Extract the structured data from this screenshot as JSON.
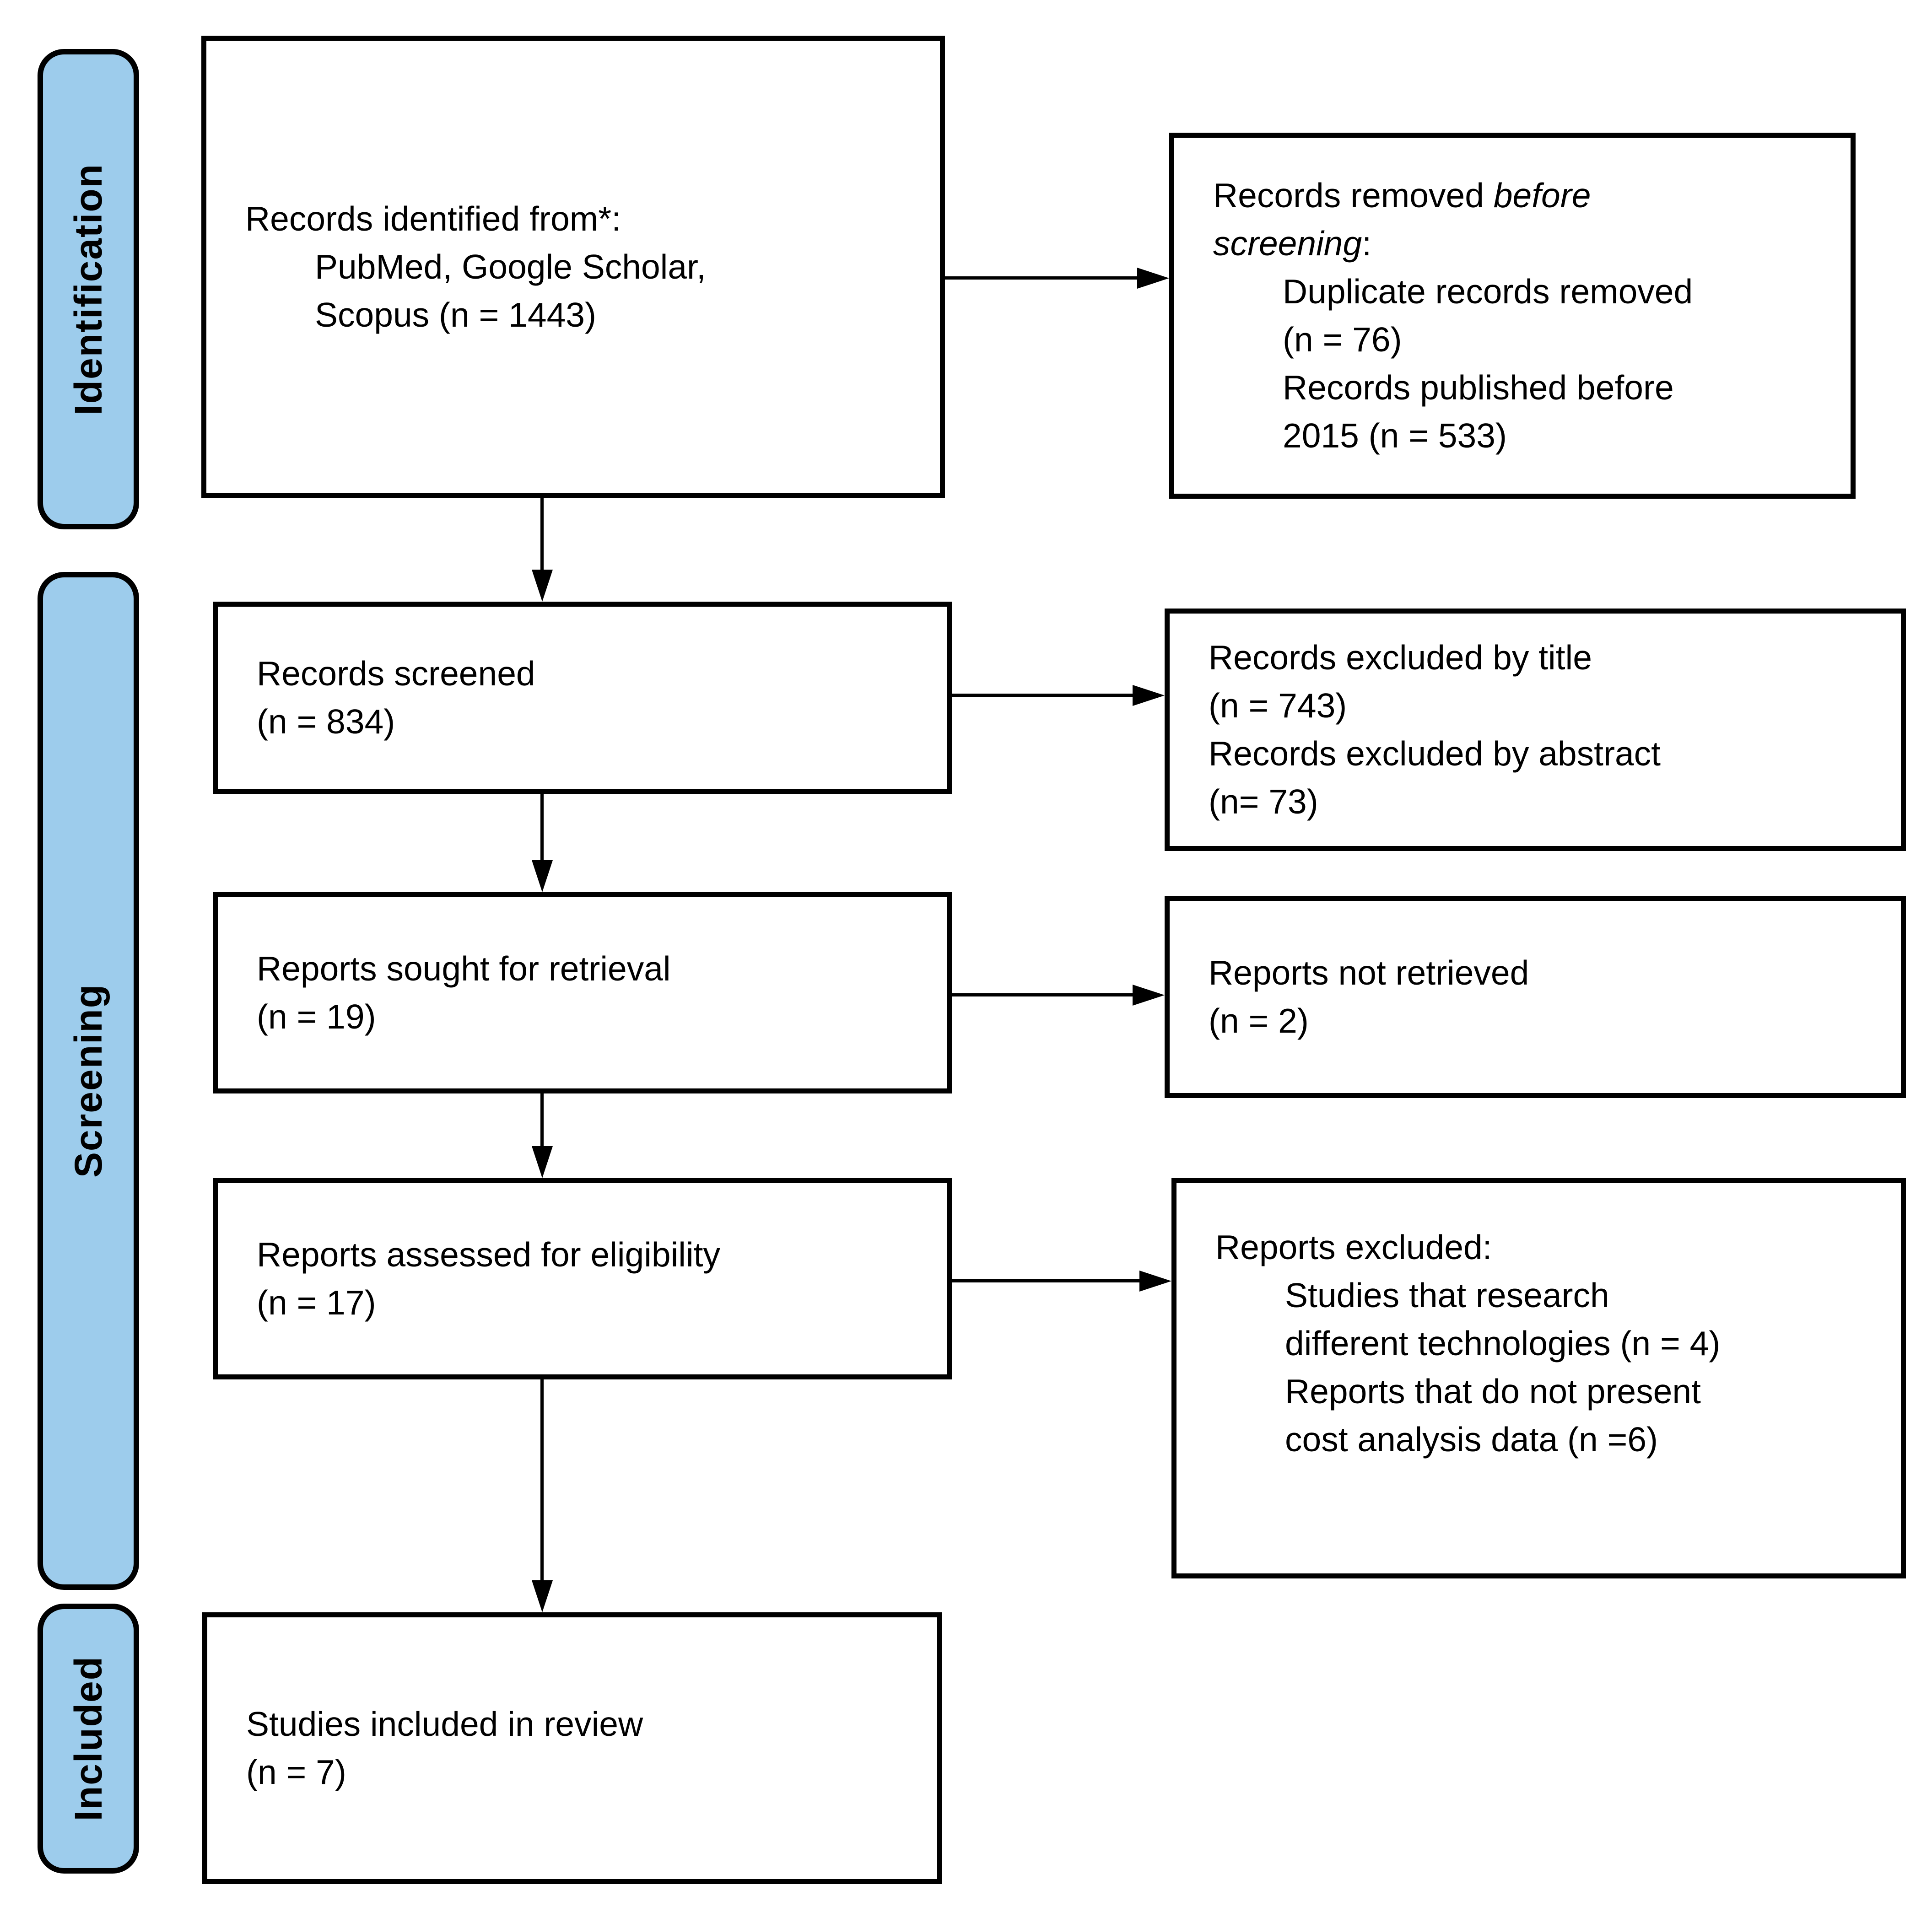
{
  "colors": {
    "sidebar_fill": "#9DCCEC",
    "border": "#000000",
    "box_fill": "#FFFFFF",
    "text": "#000000"
  },
  "sidebar": {
    "identification": "Identification",
    "screening": "Screening",
    "included": "Included"
  },
  "flow": {
    "records_identified": {
      "lines": [
        "Records identified from*:",
        "PubMed, Google Scholar,",
        "Scopus (n = 1443)"
      ]
    },
    "records_removed": {
      "line1_pre": "Records removed ",
      "line1_italic": "before",
      "line2_italic": "screening",
      "line2_suffix": ":",
      "sub_lines": [
        "Duplicate records removed",
        "(n = 76)",
        "Records published before",
        "2015 (n = 533)"
      ]
    },
    "records_screened": {
      "lines": [
        "Records screened",
        "(n = 834)"
      ]
    },
    "records_excluded": {
      "lines": [
        "Records excluded by title",
        "(n = 743)",
        "Records excluded by abstract",
        "(n= 73)"
      ]
    },
    "reports_sought": {
      "lines": [
        "Reports sought for retrieval",
        "(n = 19)"
      ]
    },
    "reports_not_retrieved": {
      "lines": [
        "Reports not retrieved",
        "(n = 2)"
      ]
    },
    "reports_assessed": {
      "lines": [
        "Reports assessed for eligibility",
        "(n = 17)"
      ]
    },
    "reports_excluded": {
      "header": "Reports excluded:",
      "sub_lines": [
        "Studies that research",
        "different technologies (n = 4)",
        "Reports that do not present",
        "cost analysis data (n =6)"
      ]
    },
    "studies_included": {
      "lines": [
        "Studies included in review",
        "(n = 7)"
      ]
    }
  }
}
